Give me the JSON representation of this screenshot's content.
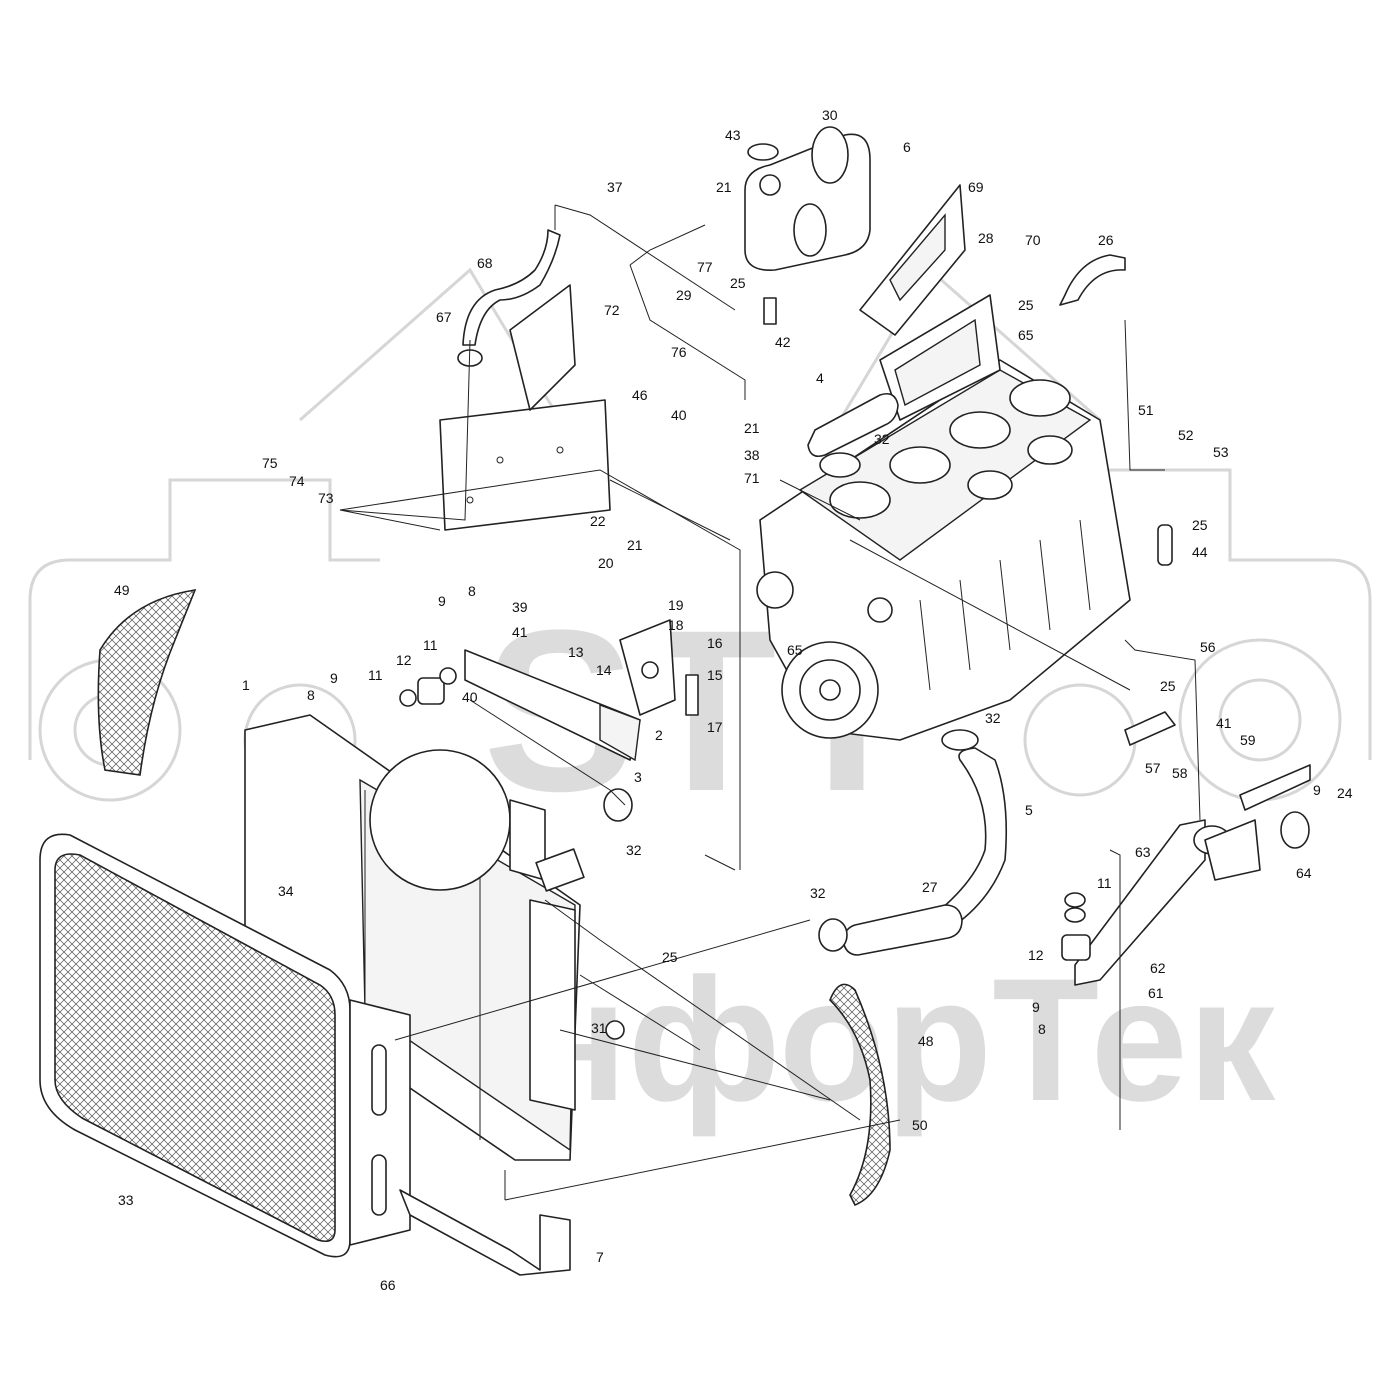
{
  "watermark": {
    "logo_text": "STT",
    "brand_text": "енфорТек",
    "color": "#dcdcdc"
  },
  "diagram": {
    "line_color": "#222222",
    "callouts": [
      {
        "id": "c1",
        "label": "1"
      },
      {
        "id": "c2",
        "label": "2"
      },
      {
        "id": "c3",
        "label": "3"
      },
      {
        "id": "c4",
        "label": "4"
      },
      {
        "id": "c5",
        "label": "5"
      },
      {
        "id": "c6",
        "label": "6"
      },
      {
        "id": "c7",
        "label": "7"
      },
      {
        "id": "c8a",
        "label": "8"
      },
      {
        "id": "c8b",
        "label": "8"
      },
      {
        "id": "c8c",
        "label": "8"
      },
      {
        "id": "c9a",
        "label": "9"
      },
      {
        "id": "c9b",
        "label": "9"
      },
      {
        "id": "c9c",
        "label": "9"
      },
      {
        "id": "c9d",
        "label": "9"
      },
      {
        "id": "c11a",
        "label": "11"
      },
      {
        "id": "c11b",
        "label": "11"
      },
      {
        "id": "c11c",
        "label": "11"
      },
      {
        "id": "c12a",
        "label": "12"
      },
      {
        "id": "c12b",
        "label": "12"
      },
      {
        "id": "c13",
        "label": "13"
      },
      {
        "id": "c14",
        "label": "14"
      },
      {
        "id": "c15",
        "label": "15"
      },
      {
        "id": "c16",
        "label": "16"
      },
      {
        "id": "c17",
        "label": "17"
      },
      {
        "id": "c18",
        "label": "18"
      },
      {
        "id": "c19",
        "label": "19"
      },
      {
        "id": "c20",
        "label": "20"
      },
      {
        "id": "c21a",
        "label": "21"
      },
      {
        "id": "c21b",
        "label": "21"
      },
      {
        "id": "c21c",
        "label": "21"
      },
      {
        "id": "c22",
        "label": "22"
      },
      {
        "id": "c24",
        "label": "24"
      },
      {
        "id": "c25a",
        "label": "25"
      },
      {
        "id": "c25b",
        "label": "25"
      },
      {
        "id": "c25c",
        "label": "25"
      },
      {
        "id": "c25d",
        "label": "25"
      },
      {
        "id": "c25e",
        "label": "25"
      },
      {
        "id": "c26",
        "label": "26"
      },
      {
        "id": "c27",
        "label": "27"
      },
      {
        "id": "c28",
        "label": "28"
      },
      {
        "id": "c29",
        "label": "29"
      },
      {
        "id": "c30",
        "label": "30"
      },
      {
        "id": "c31",
        "label": "31"
      },
      {
        "id": "c32a",
        "label": "32"
      },
      {
        "id": "c32b",
        "label": "32"
      },
      {
        "id": "c32c",
        "label": "32"
      },
      {
        "id": "c32d",
        "label": "32"
      },
      {
        "id": "c33",
        "label": "33"
      },
      {
        "id": "c34",
        "label": "34"
      },
      {
        "id": "c37",
        "label": "37"
      },
      {
        "id": "c38",
        "label": "38"
      },
      {
        "id": "c39",
        "label": "39"
      },
      {
        "id": "c40a",
        "label": "40"
      },
      {
        "id": "c40b",
        "label": "40"
      },
      {
        "id": "c41a",
        "label": "41"
      },
      {
        "id": "c41b",
        "label": "41"
      },
      {
        "id": "c42",
        "label": "42"
      },
      {
        "id": "c43",
        "label": "43"
      },
      {
        "id": "c44",
        "label": "44"
      },
      {
        "id": "c46",
        "label": "46"
      },
      {
        "id": "c48",
        "label": "48"
      },
      {
        "id": "c49",
        "label": "49"
      },
      {
        "id": "c50",
        "label": "50"
      },
      {
        "id": "c51",
        "label": "51"
      },
      {
        "id": "c52",
        "label": "52"
      },
      {
        "id": "c53",
        "label": "53"
      },
      {
        "id": "c56",
        "label": "56"
      },
      {
        "id": "c57",
        "label": "57"
      },
      {
        "id": "c58",
        "label": "58"
      },
      {
        "id": "c59",
        "label": "59"
      },
      {
        "id": "c61",
        "label": "61"
      },
      {
        "id": "c62",
        "label": "62"
      },
      {
        "id": "c63",
        "label": "63"
      },
      {
        "id": "c64",
        "label": "64"
      },
      {
        "id": "c65a",
        "label": "65"
      },
      {
        "id": "c65b",
        "label": "65"
      },
      {
        "id": "c66",
        "label": "66"
      },
      {
        "id": "c67",
        "label": "67"
      },
      {
        "id": "c68",
        "label": "68"
      },
      {
        "id": "c69",
        "label": "69"
      },
      {
        "id": "c70",
        "label": "70"
      },
      {
        "id": "c71",
        "label": "71"
      },
      {
        "id": "c72",
        "label": "72"
      },
      {
        "id": "c73",
        "label": "73"
      },
      {
        "id": "c74",
        "label": "74"
      },
      {
        "id": "c75",
        "label": "75"
      },
      {
        "id": "c76",
        "label": "76"
      },
      {
        "id": "c77",
        "label": "77"
      }
    ]
  }
}
